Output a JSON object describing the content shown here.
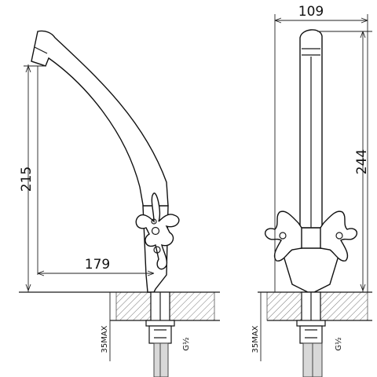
{
  "dimensions": {
    "side_height": "215",
    "side_reach": "179",
    "front_height": "244",
    "front_width": "109",
    "side_max_label": "35MAX",
    "front_max_label": "35MAX",
    "side_small_label": "G½",
    "front_small_label": "G½"
  }
}
